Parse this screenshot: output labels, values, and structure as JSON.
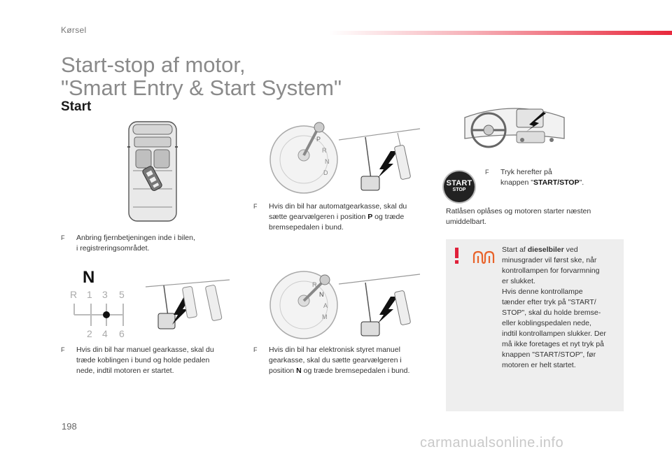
{
  "header": {
    "section": "Kørsel"
  },
  "title": {
    "line1": "Start-stop af motor,",
    "line2": "\"Smart Entry & Start System\""
  },
  "subhead": "Start",
  "steps": {
    "remote": {
      "bullet": "F",
      "line1": "Anbring fjernbetjeningen inde i bilen,",
      "line2": "i registreringsområdet."
    },
    "automatic": {
      "bullet": "F",
      "line1": "Hvis din bil har automatgearkasse, skal du",
      "line2_pre": "sætte gearvælgeren i position ",
      "line2_bold": "P",
      "line2_post": " og træde",
      "line3": "bremsepedalen i bund."
    },
    "manual": {
      "bullet": "F",
      "line1": "Hvis din bil har manuel gearkasse, skal du",
      "line2": "træde koblingen i bund og holde pedalen",
      "line3": "nede, indtil motoren er startet."
    },
    "electronic": {
      "bullet": "F",
      "line1": "Hvis din bil har elektronisk styret manuel",
      "line2": "gearkasse, skal du sætte gearvælgeren i",
      "line3_pre": "position ",
      "line3_bold": "N",
      "line3_post": " og træde bremsepedalen i bund."
    },
    "press": {
      "bullet": "F",
      "line1": "Tryk herefter på",
      "line2_pre": "knappen \"",
      "line2_bold": "START/STOP",
      "line2_post": "\"."
    }
  },
  "result": {
    "line1": "Ratlåsen oplåses og motoren starter næsten",
    "line2": "umiddelbart."
  },
  "start_button": {
    "line1": "START",
    "line2": "STOP"
  },
  "gear_labels": {
    "neutral": "N",
    "auto_selector": [
      "P",
      "R",
      "N",
      "D"
    ],
    "electronic_selector": [
      "R",
      "N",
      "A",
      "M"
    ],
    "manual_top": [
      "R",
      "1",
      "3",
      "5"
    ],
    "manual_bottom": [
      "2",
      "4",
      "6"
    ]
  },
  "note": {
    "line1_pre": "Start af ",
    "line1_bold": "dieselbiler",
    "line1_post": " ved",
    "lines": [
      "minusgrader vil først ske, når",
      "kontrollampen for forvarmning",
      "er slukket.",
      "Hvis denne kontrollampe",
      "tænder efter tryk på \"START/",
      "STOP\", skal du holde bremse-",
      "eller koblingspedalen nede,",
      "indtil kontrollampen slukker. Der",
      "må ikke foretages et nyt tryk på",
      "knappen \"START/STOP\", før",
      "motoren er helt startet."
    ]
  },
  "footer": {
    "page_number": "198",
    "watermark": "carmanualsonline.info"
  },
  "colors": {
    "accent_red": "#e8283c",
    "warning_red": "#e0203a",
    "glow_orange": "#e8632a",
    "note_bg": "#eeeeee"
  }
}
